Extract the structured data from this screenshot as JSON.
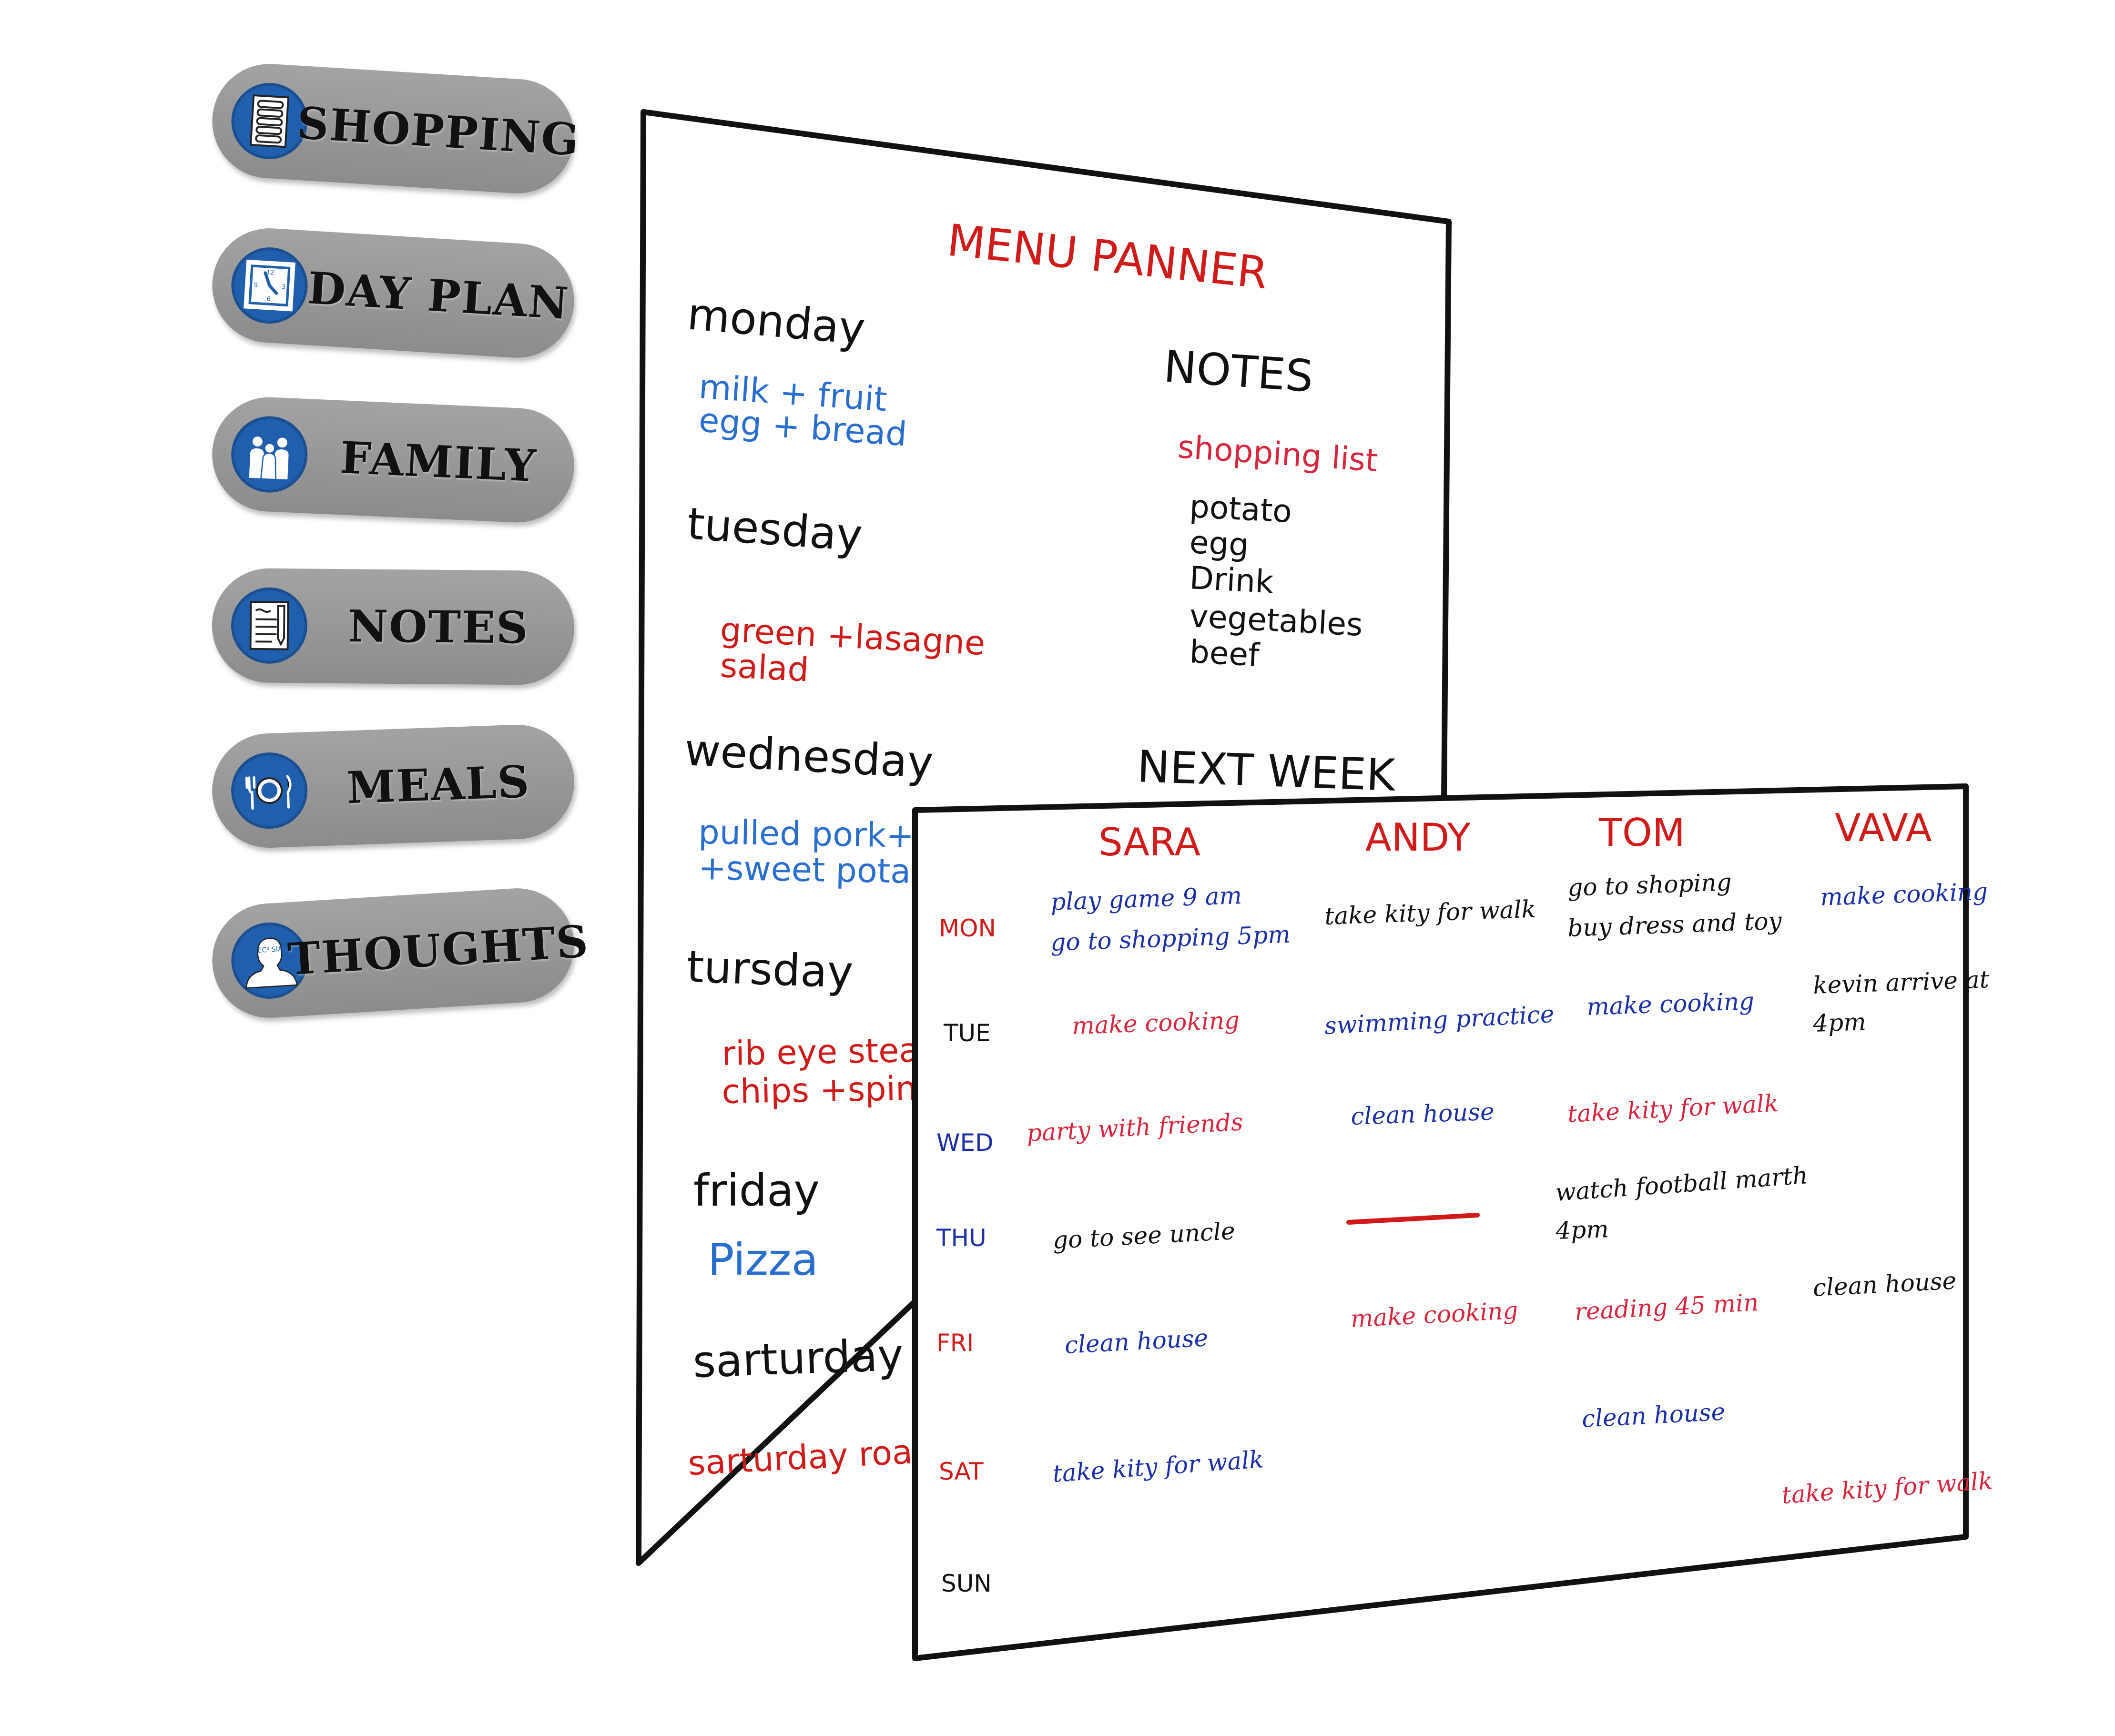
{
  "nav": [
    {
      "label": "SHOPPING",
      "icon": "shopping-list-icon"
    },
    {
      "label": "DAY PLAN",
      "icon": "clock-icon"
    },
    {
      "label": "FAMILY",
      "icon": "family-icon"
    },
    {
      "label": "NOTES",
      "icon": "notes-icon"
    },
    {
      "label": "MEALS",
      "icon": "plate-cutlery-icon"
    },
    {
      "label": "THOUGHTS",
      "icon": "person-thinking-icon"
    }
  ],
  "clock_numbers": [
    "12",
    "3",
    "6",
    "9"
  ],
  "thoughts_icon_text": "EC² SIA",
  "menu_board": {
    "title": "MENU PANNER",
    "days": [
      {
        "name": "monday",
        "lines": [
          "milk + fruit",
          "egg + bread"
        ]
      },
      {
        "name": "tuesday",
        "lines": [
          "green +lasagne",
          "salad"
        ]
      },
      {
        "name": "wednesday",
        "lines": [
          "pulled pork+cile",
          "+sweet potato f"
        ]
      },
      {
        "name": "tursday",
        "lines": [
          "rib eye steak",
          "chips +spinach"
        ]
      },
      {
        "name": "friday",
        "lines": [
          "Pizza"
        ]
      },
      {
        "name": "sarturday",
        "lines": [
          "sarturday roast"
        ]
      }
    ],
    "notes_heading": "NOTES",
    "shopping_list_heading": "shopping list",
    "shopping_items": [
      "potato",
      "egg",
      "Drink",
      "vegetables",
      "beef"
    ],
    "next_week_heading": "NEXT WEEK"
  },
  "family_board": {
    "people": [
      "SARA",
      "ANDY",
      "TOM",
      "VAVA"
    ],
    "days": [
      "MON",
      "TUE",
      "WED",
      "THU",
      "FRI",
      "SAT",
      "SUN"
    ],
    "entries": {
      "sara_mon_1": "play game 9 am",
      "sara_mon_2": "go to shopping 5pm",
      "andy_mon": "take kity for walk",
      "tom_mon_1": "go to shoping",
      "tom_mon_2": "buy dress and toy",
      "vava_mon": "make cooking",
      "sara_tue": "make cooking",
      "andy_tue": "swimming practice",
      "tom_tue": "make cooking",
      "vava_tue_1": "kevin arrive at",
      "vava_tue_2": "4pm",
      "sara_wed": "party with friends",
      "andy_wed": "clean house",
      "tom_wed": "take kity for walk",
      "tom_thu_1": "watch football marth",
      "tom_thu_2": "4pm",
      "sara_thu": "go to see uncle",
      "andy_fri": "make cooking",
      "tom_fri": "reading 45 min",
      "vava_fri": "clean house",
      "sara_fri": "clean house",
      "tom_sat": "clean house",
      "sara_sat": "take kity for walk",
      "vava_sat": "take kity for walk"
    }
  },
  "colors": {
    "red": "#d11a1a",
    "blue": "#2a6fd0",
    "navy": "#1c2fa8",
    "pink_red": "#d8263e",
    "black": "#111111",
    "icon_blue": "#1f5fae"
  }
}
